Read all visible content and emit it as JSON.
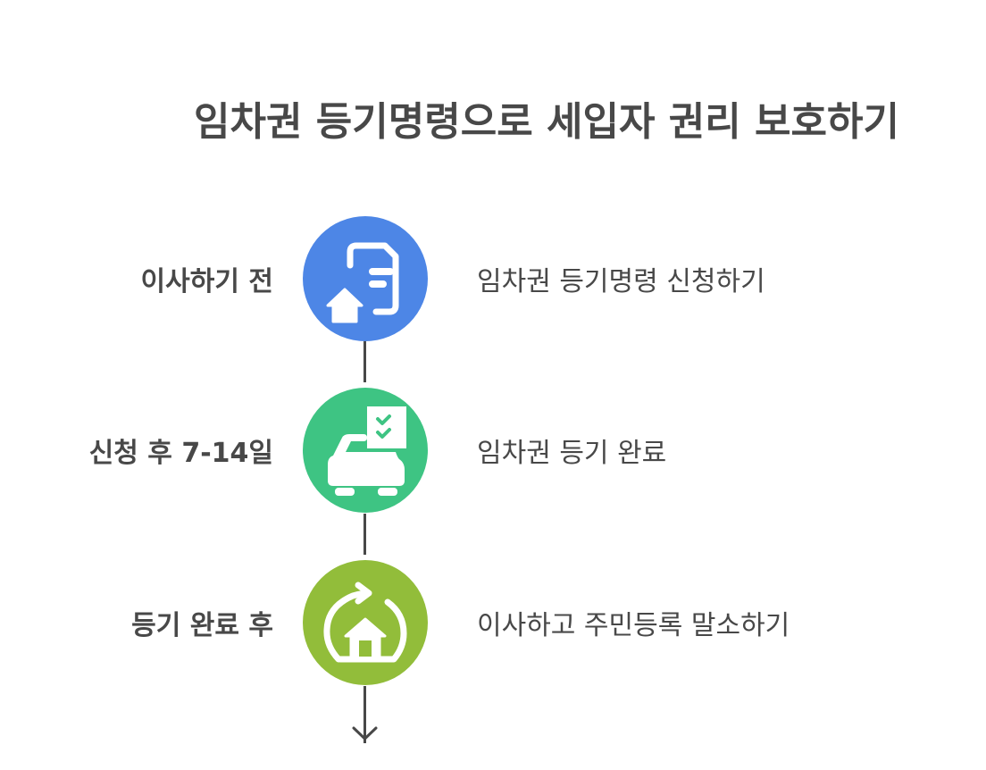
{
  "title": "임차권 등기명령으로 세입자 권리 보호하기",
  "steps": [
    {
      "timing": "이사하기 전",
      "action": "임차권 등기명령 신청하기",
      "icon": "document-house-icon",
      "color": "#4d86e6"
    },
    {
      "timing": "신청 후 7-14일",
      "action": "임차권 등기 완료",
      "icon": "car-checklist-icon",
      "color": "#3ec483"
    },
    {
      "timing": "등기 완료 후",
      "action": "이사하고 주민등록 말소하기",
      "icon": "house-cycle-icon",
      "color": "#92bd3a"
    }
  ],
  "colors": {
    "text": "#484848",
    "connector": "#484848"
  }
}
